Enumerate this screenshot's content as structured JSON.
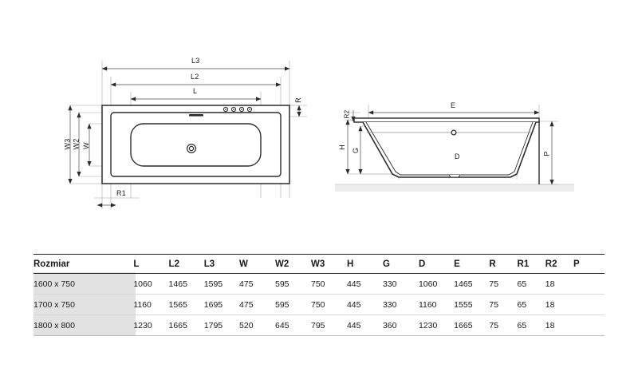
{
  "drawing": {
    "plan_view": {
      "labels": {
        "L3": "L3",
        "L2": "L2",
        "L": "L",
        "W3": "W3",
        "W2": "W2",
        "W": "W",
        "R": "R",
        "R1": "R1"
      },
      "features": {
        "drain": "drain-icon",
        "overflow_slot": "overflow-slot",
        "tap_holes_count": 4
      }
    },
    "section_view": {
      "labels": {
        "E": "E",
        "D": "D",
        "H": "H",
        "G": "G",
        "P": "P",
        "R2": "R2"
      },
      "features": {
        "overflow_hole": "overflow-hole-icon",
        "floor_line": "floor-line"
      }
    }
  },
  "table": {
    "headers": [
      "Rozmiar",
      "L",
      "L2",
      "L3",
      "W",
      "W2",
      "W3",
      "H",
      "G",
      "D",
      "E",
      "R",
      "R1",
      "R2",
      "P"
    ],
    "rows": [
      {
        "size": "1600 x 750",
        "L": "1060",
        "L2": "1465",
        "L3": "1595",
        "W": "475",
        "W2": "595",
        "W3": "750",
        "H": "445",
        "G": "330",
        "D": "1060",
        "E": "1465",
        "R": "75",
        "R1": "65",
        "R2": "18",
        "P": ""
      },
      {
        "size": "1700 x 750",
        "L": "1160",
        "L2": "1565",
        "L3": "1695",
        "W": "475",
        "W2": "595",
        "W3": "750",
        "H": "445",
        "G": "330",
        "D": "1160",
        "E": "1555",
        "R": "75",
        "R1": "65",
        "R2": "18",
        "P": ""
      },
      {
        "size": "1800 x 800",
        "L": "1230",
        "L2": "1665",
        "L3": "1795",
        "W": "520",
        "W2": "645",
        "W3": "795",
        "H": "445",
        "G": "360",
        "D": "1230",
        "E": "1665",
        "R": "75",
        "R1": "65",
        "R2": "18",
        "P": ""
      }
    ]
  },
  "colors": {
    "line": "#2b2b2b",
    "thin_line": "#9a9a9a",
    "header_rule": "#222222",
    "row_rule": "#d8d8d8",
    "size_cell_bg": "#e2e2e2",
    "floor_band": "#ededed",
    "background": "#ffffff"
  }
}
